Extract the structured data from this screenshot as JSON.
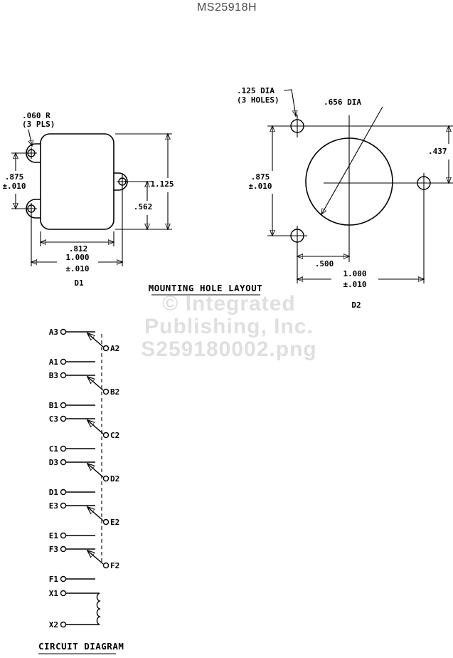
{
  "title": "MS25918H",
  "watermark": {
    "line1": "© Integrated",
    "line2": "Publishing, Inc.",
    "line3": "S259180002.png"
  },
  "captions": {
    "mounting": "MOUNTING HOLE LAYOUT",
    "circuit": "CIRCUIT DIAGRAM"
  },
  "d1": {
    "label": "D1",
    "radius_note1": ".060 R",
    "radius_note2": "(3 PLS)",
    "dim_left": ".875",
    "dim_left_tol": "±.010",
    "dim_height": "1.125",
    "dim_562": ".562",
    "dim_812": ".812",
    "dim_width": "1.000",
    "dim_width_tol": "±.010"
  },
  "d2": {
    "label": "D2",
    "holes_note1": ".125 DIA",
    "holes_note2": "(3 HOLES)",
    "dia_note": ".656 DIA",
    "dim_left": ".875",
    "dim_left_tol": "±.010",
    "dim_437": ".437",
    "dim_500": ".500",
    "dim_width": "1.000",
    "dim_width_tol": "±.010"
  },
  "circuit": {
    "terminals": [
      "A3",
      "A2",
      "A1",
      "B3",
      "B2",
      "B1",
      "C3",
      "C2",
      "C1",
      "D3",
      "D2",
      "D1",
      "E3",
      "E2",
      "E1",
      "F3",
      "F2",
      "F1",
      "X1",
      "X2"
    ]
  }
}
